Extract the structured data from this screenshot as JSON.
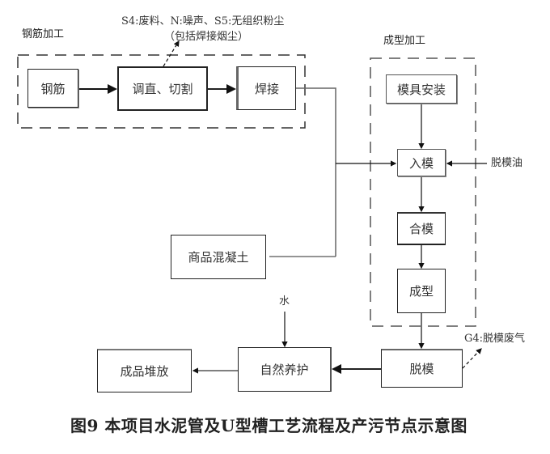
{
  "groups": {
    "rebar_processing": {
      "label": "钢筋加工"
    },
    "forming_processing": {
      "label": "成型加工"
    }
  },
  "nodes": {
    "rebar": "钢筋",
    "straighten_cut": "调直、切割",
    "welding": "焊接",
    "mold_install": "模具安装",
    "mold_in": "入模",
    "mold_close": "合模",
    "forming": "成型",
    "concrete": "商品混凝土",
    "demold": "脱模",
    "natural_curing": "自然养护",
    "product_stacking": "成品堆放"
  },
  "inputs": {
    "release_oil": "脱模油",
    "water": "水"
  },
  "pollution": {
    "rebar_line1": "S4:废料、N:噪声、S5:无组织粉尘",
    "rebar_line2": "（包括焊接烟尘）",
    "demold": "G4:脱模废气"
  },
  "caption": "图9  本项目水泥管及U型槽工艺流程及产污节点示意图"
}
